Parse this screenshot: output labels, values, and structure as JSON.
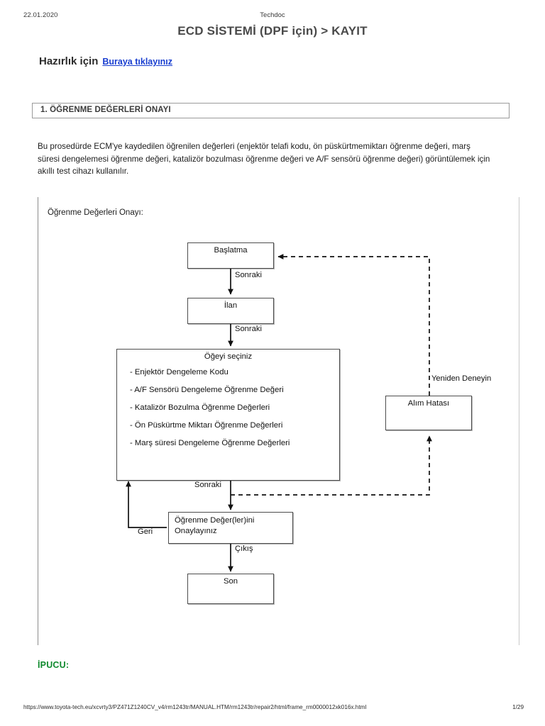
{
  "header": {
    "date": "22.01.2020",
    "center_label": "Techdoc",
    "document_title": "ECD SİSTEMİ (DPF için) > KAYIT"
  },
  "prep": {
    "label": "Hazırlık için",
    "link_text": "Buraya tıklayınız"
  },
  "section": {
    "heading": "1. ÖĞRENME DEĞERLERİ ONAYI"
  },
  "body": {
    "paragraph": "Bu prosedürde ECM'ye kaydedilen öğrenilen değerleri (enjektör telafi kodu, ön püskürtmemiktarı öğrenme değeri, marş süresi dengelemesi öğrenme değeri, katalizör bozulması öğrenme değeri ve A/F sensörü öğrenme değeri) görüntülemek için akıllı test cihazı kullanılır."
  },
  "flowchart": {
    "caption": "Öğrenme Değerleri Onayı:",
    "nodes": {
      "start": "Başlatma",
      "announce": "İlan",
      "select_item": "Öğeyi seçiniz",
      "receive_error": "Alım Hatası",
      "confirm_values": "Öğrenme Değer(ler)ini\nOnaylayınız",
      "confirm_values_line1": "Öğrenme Değer(ler)ini",
      "confirm_values_line2": "Onaylayınız",
      "end": "Son"
    },
    "options": [
      "- Enjektör Dengeleme Kodu",
      "- A/F Sensörü Dengeleme Öğrenme Değeri",
      "- Katalizör Bozulma Öğrenme Değerleri",
      "- Ön Püskürtme Miktarı Öğrenme Değerleri",
      "- Marş süresi Dengeleme Öğrenme Değerleri"
    ],
    "edge_labels": {
      "next_1": "Sonraki",
      "next_2": "Sonraki",
      "next_3": "Sonraki",
      "retry": "Yeniden Deneyin",
      "back": "Geri",
      "exit": "Çıkış"
    }
  },
  "tip": {
    "label": "İPUCU:"
  },
  "footer": {
    "url": "https://www.toyota-tech.eu/xcvrty3/PZ471Z1240CV_v4/rm1243tr/MANUAL.HTM/rm1243tr/repair2/html/frame_rm0000012xk016x.html",
    "page": "1/29"
  },
  "colors": {
    "link": "#1a3fd0",
    "tip": "#0f8a2e",
    "title": "#4a4a4a",
    "box_border": "#4d4d4d"
  }
}
